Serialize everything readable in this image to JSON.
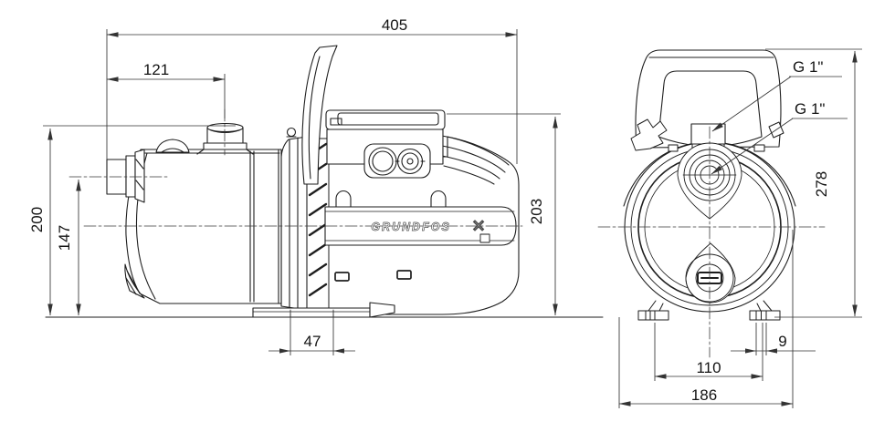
{
  "drawing": {
    "description": "Pump dimensional drawing, side and front views, millimetres",
    "brand": {
      "name": "GRUNDFOS",
      "mark": "✕"
    },
    "side_view": {
      "dims": {
        "overall_length": "405",
        "port_offset": "121",
        "total_height": "200",
        "inlet_height": "147",
        "motor_height": "203",
        "foot_length": "47"
      }
    },
    "front_view": {
      "dims": {
        "total_height": "278",
        "foot_slot_width": "9",
        "foot_spacing": "110",
        "overall_width": "186"
      },
      "labels": {
        "top_port": "G 1\"",
        "front_port": "G 1\""
      }
    }
  }
}
